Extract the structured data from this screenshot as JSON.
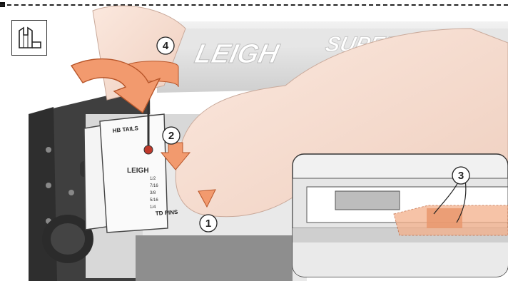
{
  "brand": {
    "logo_text": "LEIGH",
    "logo_suffix": "SUPER"
  },
  "jig_scale": {
    "top_label": "HB TAILS",
    "bottom_label": "TD PINS",
    "logo_text": "LEIGH",
    "ticks": [
      "1/2",
      "7/16",
      "3/8",
      "5/16",
      "1/4"
    ]
  },
  "callouts": [
    {
      "number": "1"
    },
    {
      "number": "2"
    },
    {
      "number": "3"
    },
    {
      "number": "4"
    }
  ],
  "colors": {
    "arrow_orange": "#f29a6e",
    "arrow_orange_dark": "#e46f3c",
    "skin": "#f5dcd0",
    "jig_grey": "#4a4a4a",
    "highlight_orange": "#f4b08a"
  },
  "icons": {
    "corner_icon": "dovetail-joint-icon"
  }
}
